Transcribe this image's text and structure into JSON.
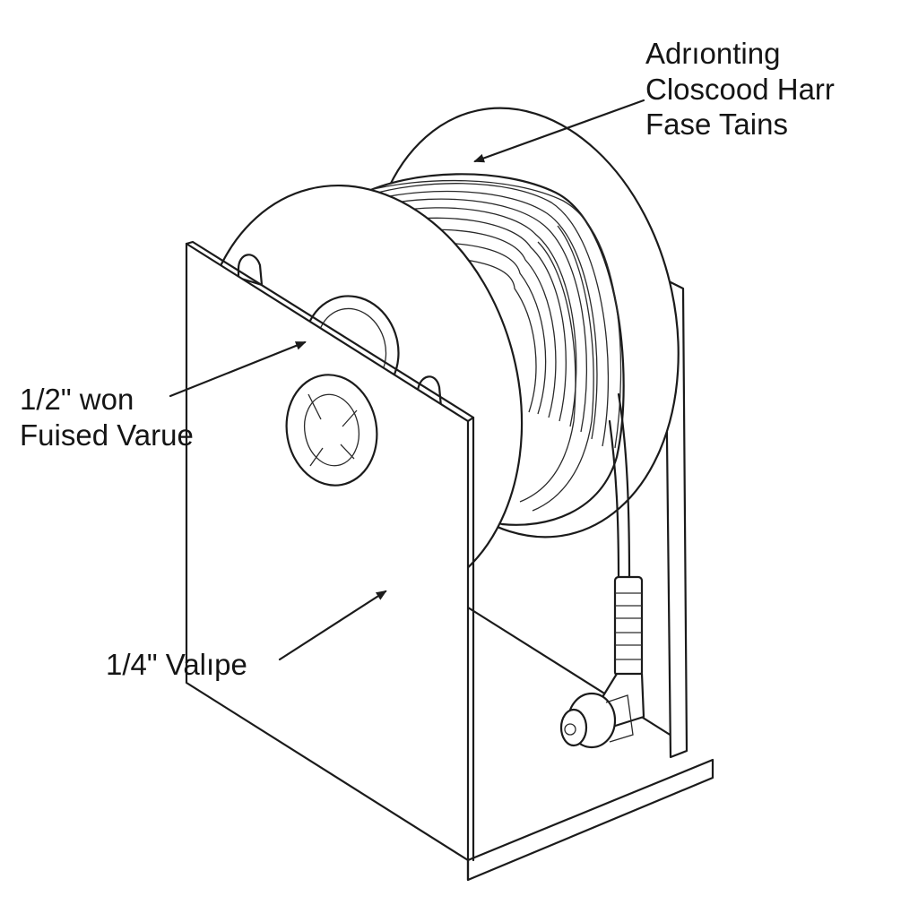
{
  "labels": {
    "top": {
      "line1": "Adrıonting",
      "line2": "Closcood Harr",
      "line3": "Fase Tains"
    },
    "mid": {
      "line1": "1/2\" won",
      "line2": "Fuised Varue"
    },
    "bot": {
      "line1": "1/4\" Valıpe"
    }
  },
  "colors": {
    "line": "#1b1b1b",
    "background": "#ffffff"
  }
}
